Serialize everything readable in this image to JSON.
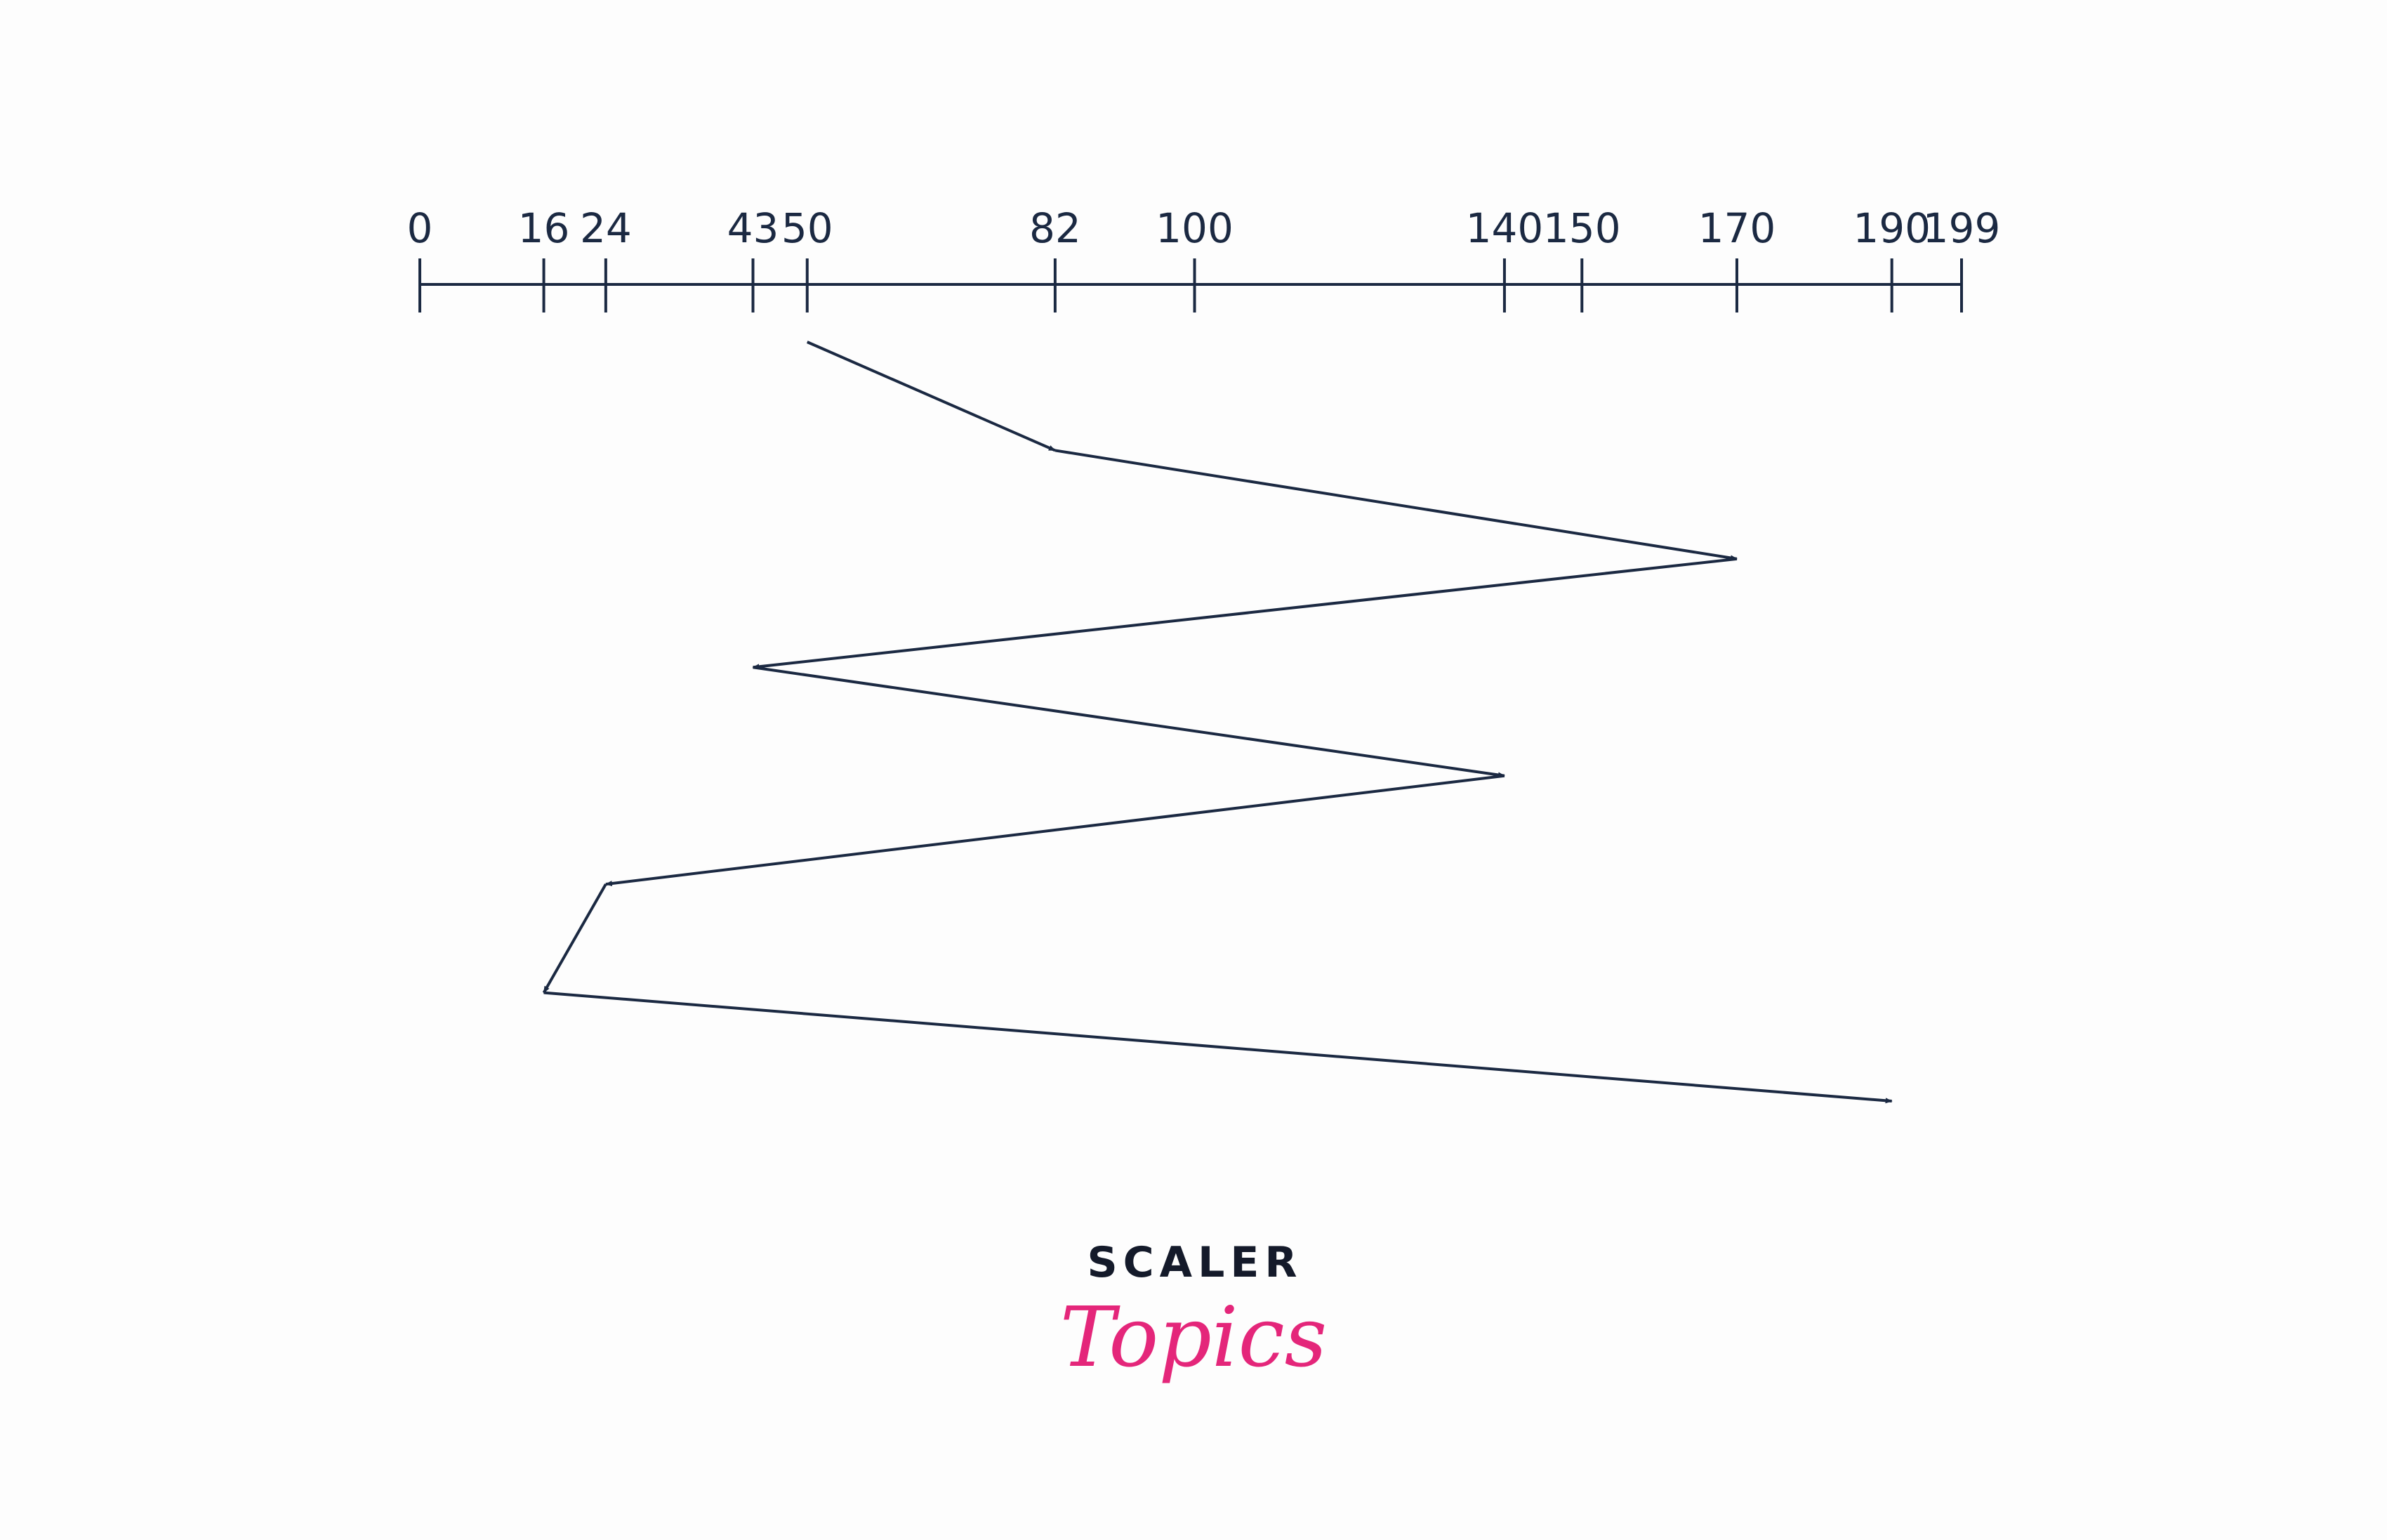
{
  "scale": {
    "min": 0,
    "max": 199,
    "ticks": [
      0,
      16,
      24,
      43,
      50,
      82,
      100,
      140,
      150,
      170,
      190,
      199
    ],
    "tick_labels": [
      "0",
      "16",
      "24",
      "43",
      "50",
      "82",
      "100",
      "140",
      "150",
      "170",
      "190",
      "199"
    ]
  },
  "head_path": {
    "sequence": [
      50,
      82,
      170,
      43,
      140,
      24,
      16,
      190
    ]
  },
  "logo": {
    "line1": "SCALER",
    "line2": "Topics"
  },
  "colors": {
    "line": "#1b2942",
    "brand_dark": "#141a2a",
    "brand_pink": "#e4267a",
    "background": "#fdfdfd"
  }
}
